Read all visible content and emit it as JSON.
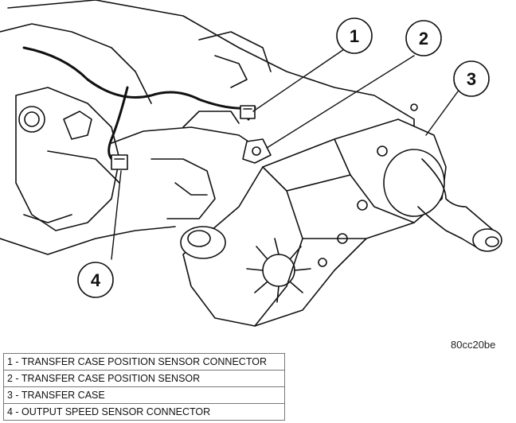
{
  "callouts": [
    {
      "number": "1"
    },
    {
      "number": "2"
    },
    {
      "number": "3"
    },
    {
      "number": "4"
    }
  ],
  "figure_id": "80cc20be",
  "legend": [
    {
      "text": "1 - TRANSFER CASE POSITION SENSOR CONNECTOR"
    },
    {
      "text": "2 - TRANSFER CASE POSITION SENSOR"
    },
    {
      "text": "3 - TRANSFER CASE"
    },
    {
      "text": "4 - OUTPUT SPEED SENSOR CONNECTOR"
    }
  ]
}
